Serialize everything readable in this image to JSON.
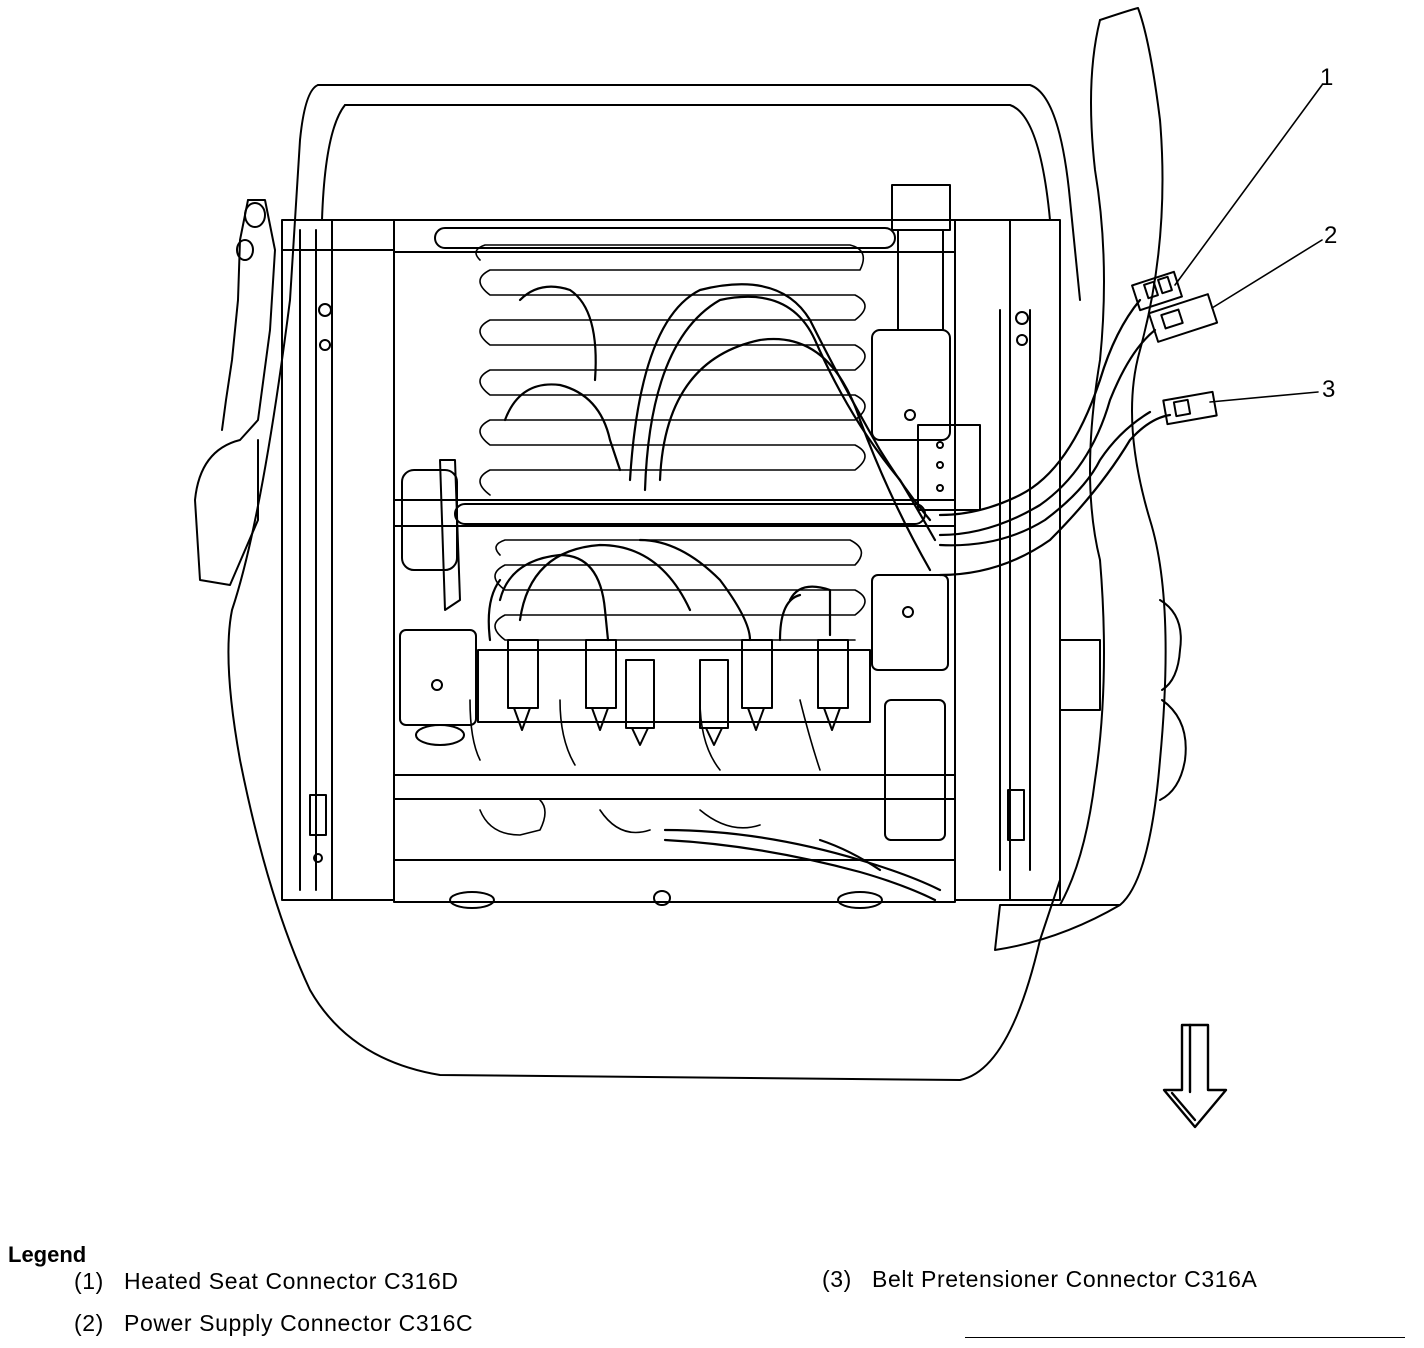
{
  "callouts": [
    {
      "number": "1"
    },
    {
      "number": "2"
    },
    {
      "number": "3"
    }
  ],
  "legend": {
    "title": "Legend",
    "items": [
      {
        "number": "(1)",
        "label": "Heated Seat Connector C316D"
      },
      {
        "number": "(2)",
        "label": "Power Supply Connector C316C"
      },
      {
        "number": "(3)",
        "label": "Belt Pretensioner Connector C316A"
      }
    ]
  },
  "icons": {
    "direction_arrow": "arrow-down-icon"
  }
}
